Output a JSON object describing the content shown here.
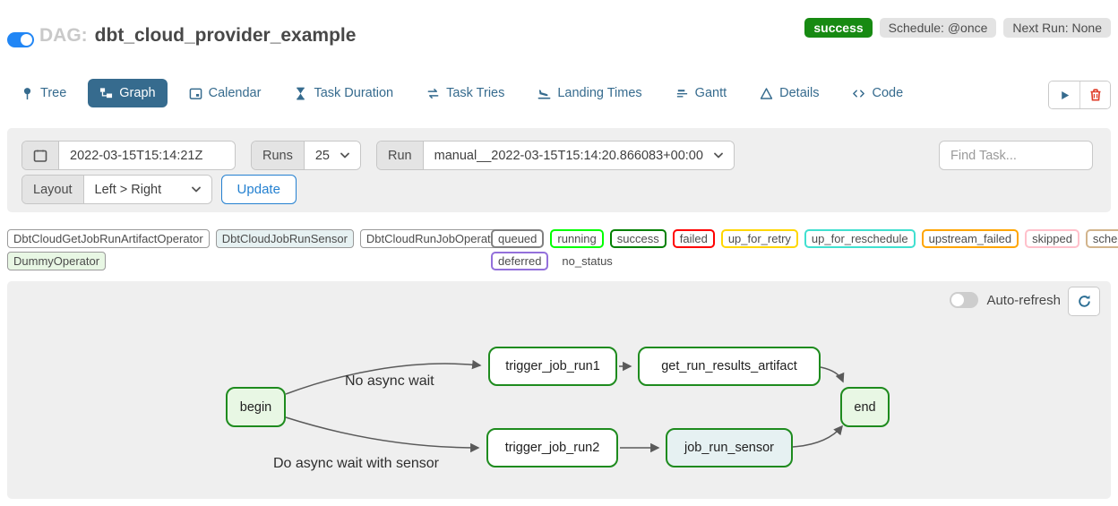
{
  "colors": {
    "accent_blue": "#2186f5",
    "tab_blue": "#366b8e",
    "success_green": "#178a12",
    "node_border_green": "#1e8b1e",
    "update_blue": "#2480d0",
    "trash_red": "#df3c28",
    "panel_gray": "#efefef"
  },
  "header": {
    "pause_toggle_state": "on",
    "dag_label": "DAG:",
    "dag_name": "dbt_cloud_provider_example",
    "status_badge": "success",
    "schedule_badge": "Schedule: @once",
    "next_run_badge": "Next Run: None"
  },
  "tabs": [
    {
      "label": "Tree",
      "icon": "pin-icon",
      "active": false
    },
    {
      "label": "Graph",
      "icon": "graph-icon",
      "active": true
    },
    {
      "label": "Calendar",
      "icon": "calendar-icon",
      "active": false
    },
    {
      "label": "Task Duration",
      "icon": "hourglass-icon",
      "active": false
    },
    {
      "label": "Task Tries",
      "icon": "repeat-icon",
      "active": false
    },
    {
      "label": "Landing Times",
      "icon": "plane-landing-icon",
      "active": false
    },
    {
      "label": "Gantt",
      "icon": "gantt-icon",
      "active": false
    },
    {
      "label": "Details",
      "icon": "triangle-icon",
      "active": false
    },
    {
      "label": "Code",
      "icon": "code-icon",
      "active": false
    }
  ],
  "toolbar": {
    "base_date_value": "2022-03-15T15:14:21Z",
    "runs_label": "Runs",
    "runs_value": "25",
    "run_label": "Run",
    "run_value": "manual__2022-03-15T15:14:20.866083+00:00",
    "find_task_placeholder": "Find Task...",
    "layout_label": "Layout",
    "layout_value": "Left > Right",
    "update_button": "Update"
  },
  "legend": {
    "operators_row1": [
      {
        "label": "DbtCloudGetJobRunArtifactOperator",
        "fill": "#ffffff"
      },
      {
        "label": "DbtCloudJobRunSensor",
        "fill": "#e6f1f2"
      },
      {
        "label": "DbtCloudRunJobOperator",
        "fill": "#ffffff"
      }
    ],
    "operators_row2": [
      {
        "label": "DummyOperator",
        "fill": "#e8f7e4"
      }
    ],
    "statuses_row1": [
      {
        "label": "queued",
        "color": "#808080"
      },
      {
        "label": "running",
        "color": "#00ff00"
      },
      {
        "label": "success",
        "color": "#008000"
      },
      {
        "label": "failed",
        "color": "#ff0000"
      },
      {
        "label": "up_for_retry",
        "color": "#ffd700"
      },
      {
        "label": "up_for_reschedule",
        "color": "#40e0d0"
      },
      {
        "label": "upstream_failed",
        "color": "#ffa500"
      },
      {
        "label": "skipped",
        "color": "#ffc0cb"
      },
      {
        "label": "scheduled",
        "color": "#d2b48c"
      }
    ],
    "statuses_row2": [
      {
        "label": "deferred",
        "color": "#9370db"
      },
      {
        "label": "no_status",
        "color": "transparent"
      }
    ]
  },
  "graph_panel": {
    "auto_refresh_label": "Auto-refresh",
    "auto_refresh_state": "off",
    "nodes": [
      {
        "id": "begin",
        "label": "begin",
        "fill": "#e8f7e4"
      },
      {
        "id": "trigger_job_run1",
        "label": "trigger_job_run1",
        "fill": "#ffffff"
      },
      {
        "id": "get_run_results_artifact",
        "label": "get_run_results_artifact",
        "fill": "#ffffff"
      },
      {
        "id": "end",
        "label": "end",
        "fill": "#e8f7e4"
      },
      {
        "id": "trigger_job_run2",
        "label": "trigger_job_run2",
        "fill": "#ffffff"
      },
      {
        "id": "job_run_sensor",
        "label": "job_run_sensor",
        "fill": "#e6f1f2"
      }
    ],
    "edge_labels": [
      {
        "text": "No async wait"
      },
      {
        "text": "Do async wait with sensor"
      }
    ],
    "edges": [
      {
        "from": "begin",
        "to": "trigger_job_run1",
        "label": "No async wait"
      },
      {
        "from": "trigger_job_run1",
        "to": "get_run_results_artifact",
        "label": ""
      },
      {
        "from": "get_run_results_artifact",
        "to": "end",
        "label": ""
      },
      {
        "from": "begin",
        "to": "trigger_job_run2",
        "label": "Do async wait with sensor"
      },
      {
        "from": "trigger_job_run2",
        "to": "job_run_sensor",
        "label": ""
      },
      {
        "from": "job_run_sensor",
        "to": "end",
        "label": ""
      }
    ]
  }
}
